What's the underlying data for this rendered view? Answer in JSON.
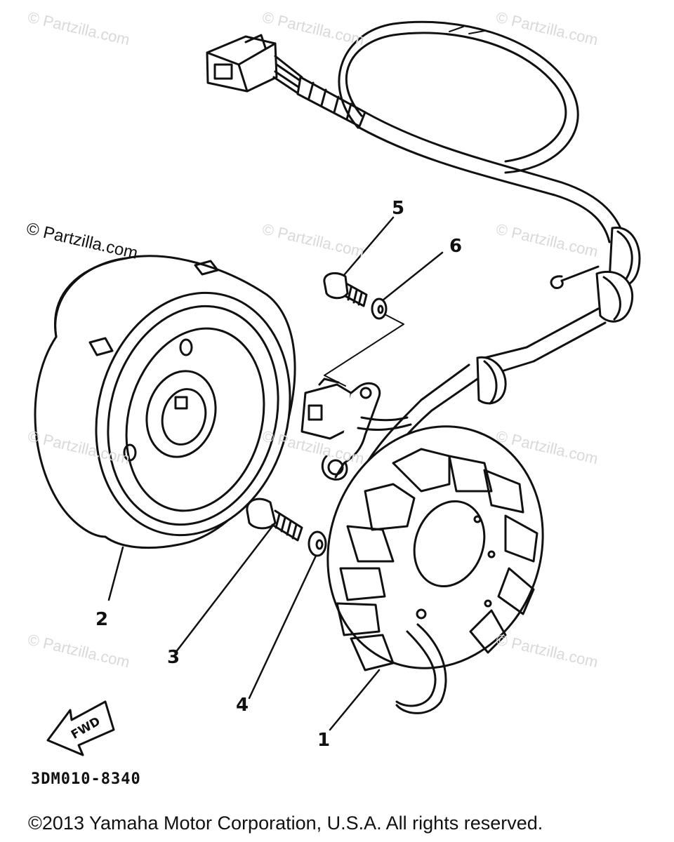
{
  "watermarks": [
    "© Partzilla.com",
    "© Partzilla.com",
    "© Partzilla.com",
    "© Partzilla.com",
    "© Partzilla.com",
    "© Partzilla.com",
    "© Partzilla.com",
    "© Partzilla.com",
    "© Partzilla.com",
    "© Partzilla.com",
    "© Partzilla.com"
  ],
  "callouts": [
    "1",
    "2",
    "3",
    "4",
    "5",
    "6"
  ],
  "direction_label": "FWD",
  "part_code": "3DM010-8340",
  "copyright": "©2013  Yamaha Motor Corporation, U.S.A. All rights reserved."
}
